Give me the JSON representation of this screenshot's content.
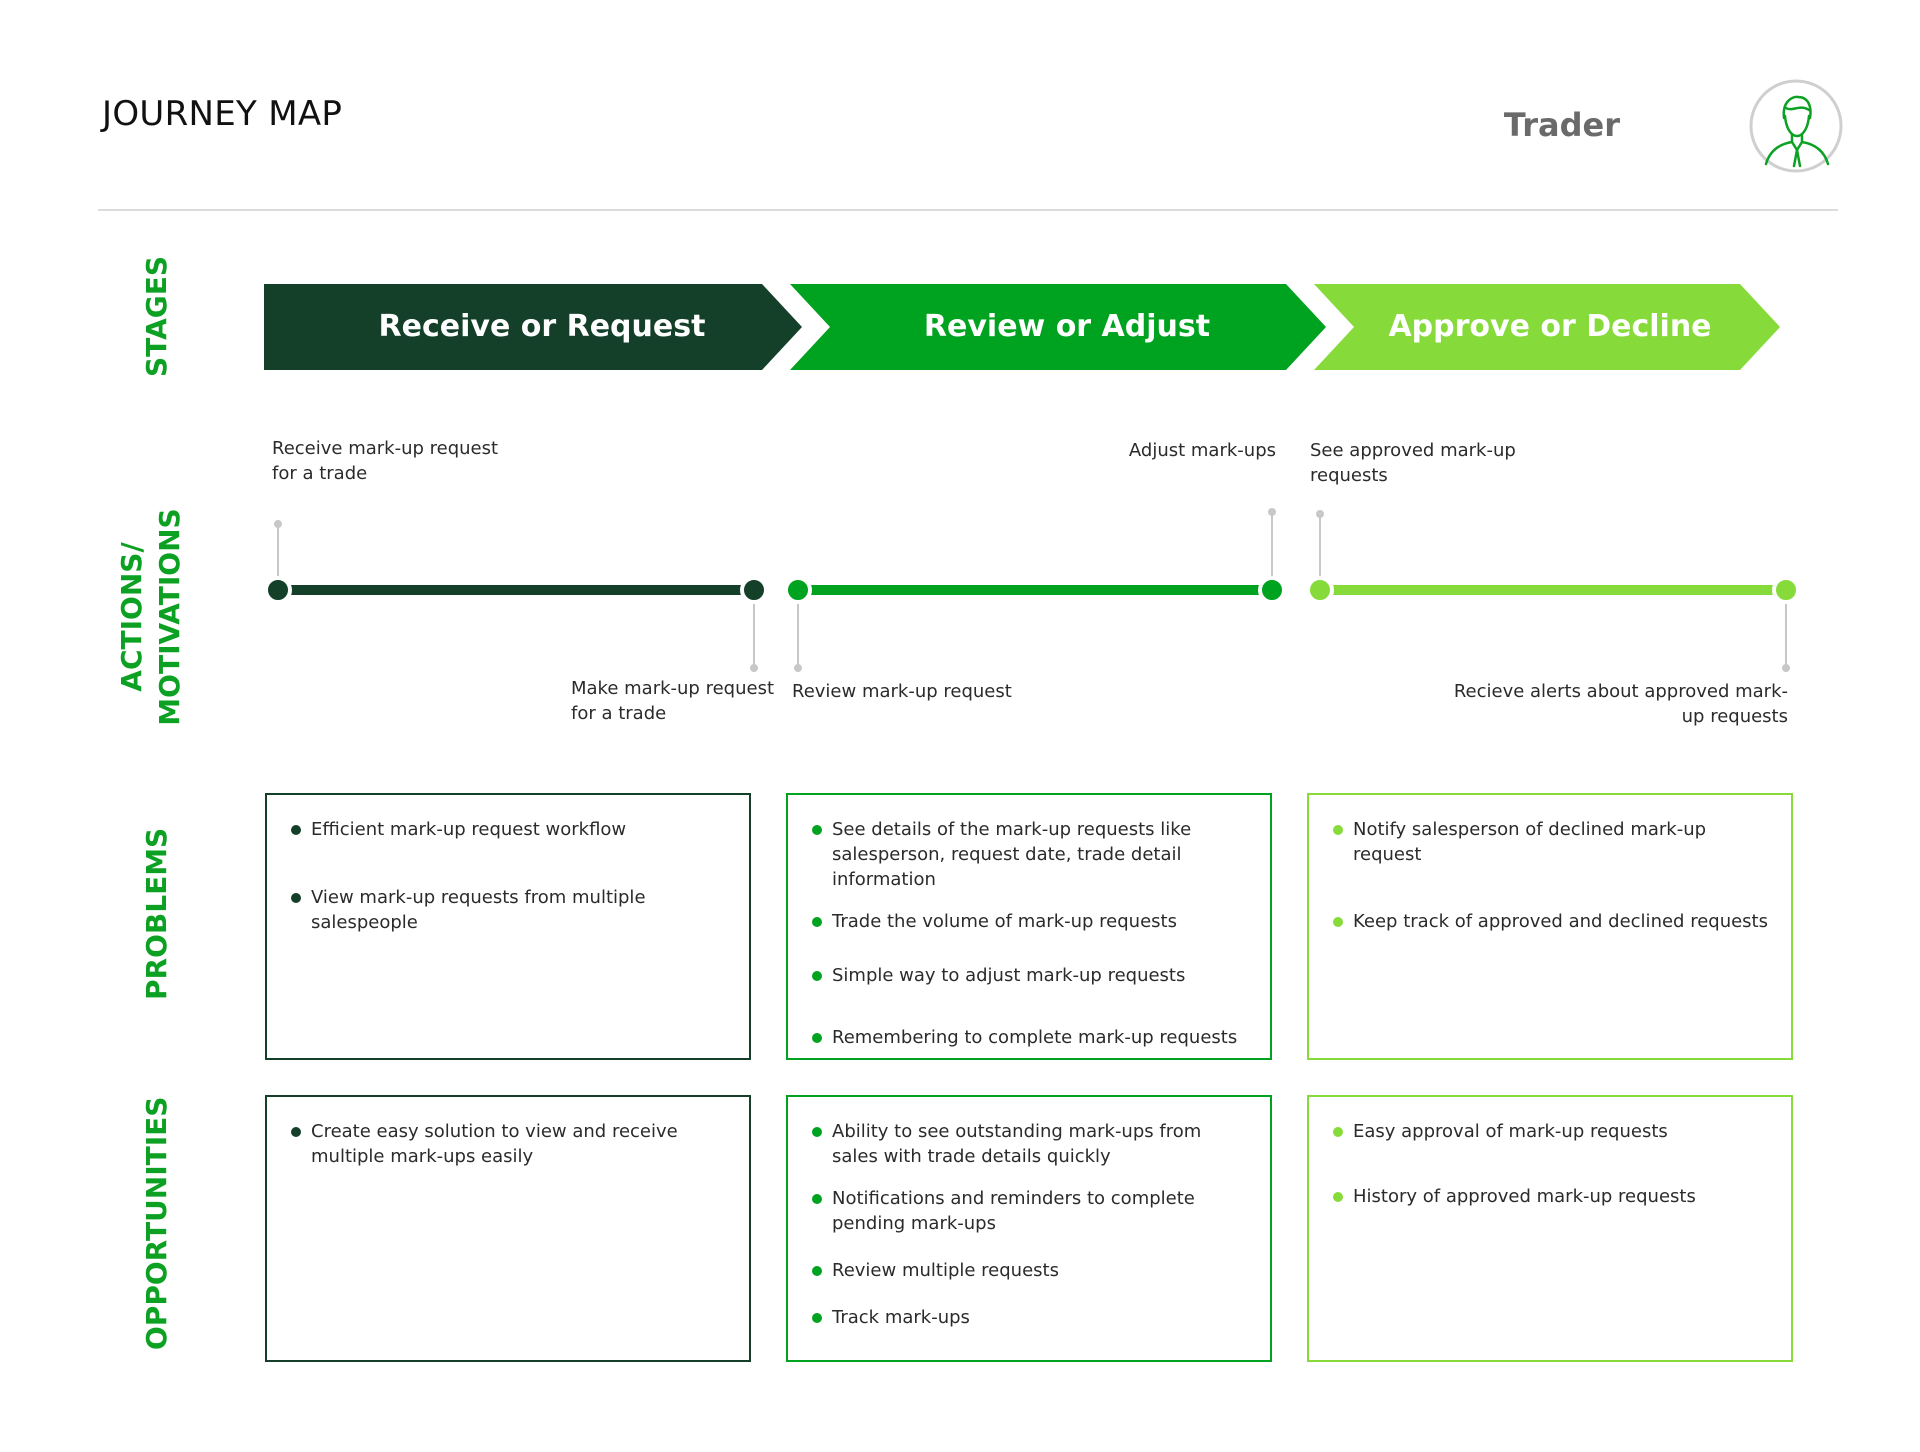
{
  "header": {
    "title": "JOURNEY MAP",
    "persona_name": "Trader",
    "avatar_icon": "person-icon"
  },
  "colors": {
    "dark": "#14402a",
    "mid": "#00a320",
    "light": "#86db3a",
    "label_green": "#0da123"
  },
  "rows": {
    "stages": "STAGES",
    "actions": "ACTIONS/\nMOTIVATIONS",
    "problems": "PROBLEMS",
    "opportunities": "OPPORTUNITIES"
  },
  "stages": [
    {
      "label": "Receive or Request"
    },
    {
      "label": "Review or Adjust"
    },
    {
      "label": "Approve or Decline"
    }
  ],
  "actions": {
    "top": [
      "Receive mark-up request\nfor a trade",
      "Adjust mark-ups",
      "See approved mark-up\nrequests"
    ],
    "bottom": [
      "Make mark-up request\nfor a trade",
      "Review mark-up request",
      "Recieve alerts about approved mark-\nup requests"
    ]
  },
  "problems": [
    [
      "Efficient mark-up request workflow",
      "View mark-up requests from multiple salespeople"
    ],
    [
      "See details of the mark-up requests like salesperson, request date, trade detail information",
      "Trade the volume of mark-up requests",
      "Simple way to adjust mark-up requests",
      "Remembering to complete mark-up requests"
    ],
    [
      "Notify salesperson of declined mark-up request",
      "Keep track of approved and declined requests"
    ]
  ],
  "opportunities": [
    [
      "Create easy solution to view and receive multiple mark-ups easily"
    ],
    [
      "Ability to see outstanding mark-ups from sales with trade details quickly",
      "Notifications and reminders to complete pending mark-ups",
      "Review multiple requests",
      "Track mark-ups"
    ],
    [
      "Easy approval of mark-up requests",
      "History of approved mark-up requests"
    ]
  ]
}
